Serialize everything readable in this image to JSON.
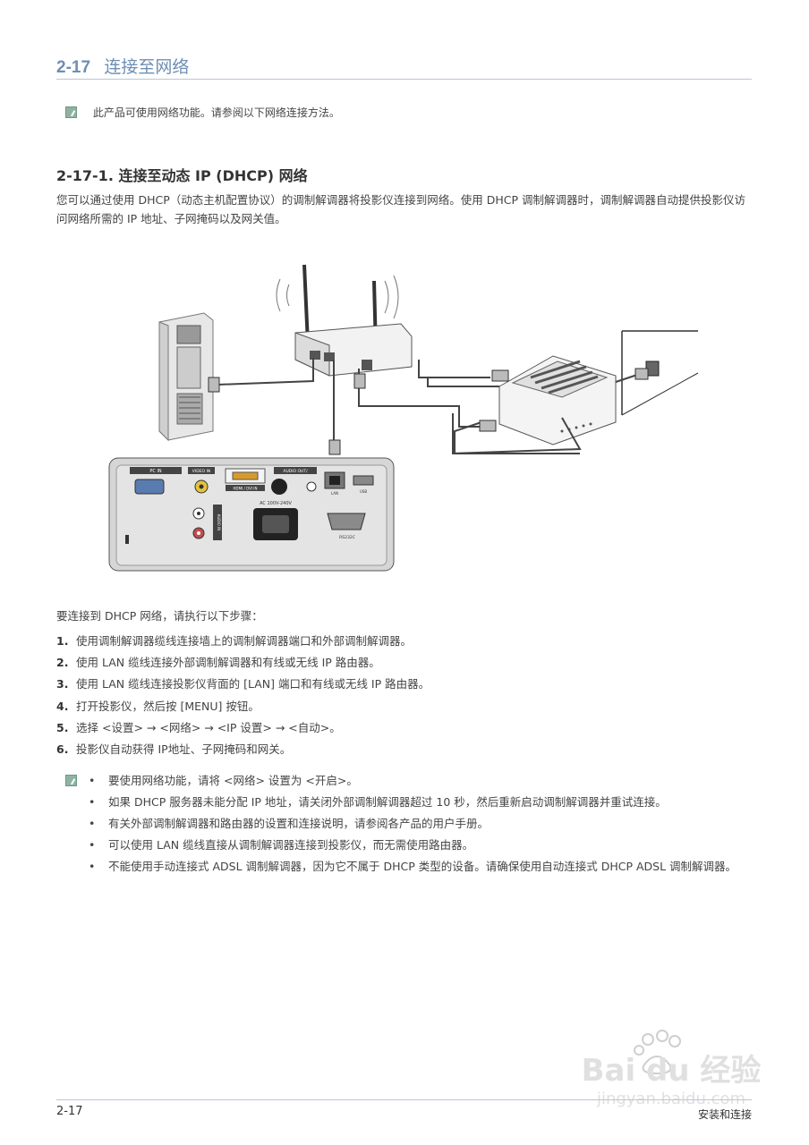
{
  "section": {
    "number": "2-17",
    "title": "连接至网络"
  },
  "intro_note": "此产品可使用网络功能。请参阅以下网络连接方法。",
  "subsection": {
    "title": "2-17-1. 连接至动态 IP (DHCP) 网络"
  },
  "description": "您可以通过使用 DHCP（动态主机配置协议）的调制解调器将投影仪连接到网络。使用 DHCP 调制解调器时，调制解调器自动提供投影仪访问网络所需的 IP 地址、子网掩码以及网关值。",
  "diagram": {
    "labels": {
      "pc_in": "PC IN",
      "video_in": "VIDEO IN",
      "hdmi": "HDMI / DVI IN",
      "audio_out": "AUDIO OUT/",
      "lan": "LAN",
      "usb": "USB",
      "ac": "AC 100V-240V",
      "rs232c": "RS232C",
      "audio_in": "AUDIO IN"
    }
  },
  "steps_intro": "要连接到 DHCP 网络，请执行以下步骤：",
  "steps": [
    {
      "n": "1.",
      "text": "使用调制解调器缆线连接墙上的调制解调器端口和外部调制解调器。"
    },
    {
      "n": "2.",
      "text": "使用 LAN 缆线连接外部调制解调器和有线或无线 IP 路由器。"
    },
    {
      "n": "3.",
      "text": "使用 LAN 缆线连接投影仪背面的 [LAN] 端口和有线或无线 IP 路由器。"
    },
    {
      "n": "4.",
      "text": "打开投影仪，然后按 [MENU] 按钮。"
    },
    {
      "n": "5.",
      "text": "选择 <设置> → <网络> → <IP 设置> → <自动>。"
    },
    {
      "n": "6.",
      "text": "投影仪自动获得  IP地址、子网掩码和网关。"
    }
  ],
  "notes": [
    "要使用网络功能，请将 <网络> 设置为 <开启>。",
    "如果 DHCP 服务器未能分配 IP 地址，请关闭外部调制解调器超过 10 秒，然后重新启动调制解调器并重试连接。",
    "有关外部调制解调器和路由器的设置和连接说明，请参阅各产品的用户手册。",
    "可以使用 LAN 缆线直接从调制解调器连接到投影仪，而无需使用路由器。",
    "不能使用手动连接式 ADSL 调制解调器，因为它不属于 DHCP 类型的设备。请确保使用自动连接式 DHCP ADSL 调制解调器。"
  ],
  "footer": {
    "page": "2-17",
    "chapter": "安装和连接"
  },
  "watermark": {
    "brand": "Baidu 经验",
    "url": "jingyan.baidu.com"
  }
}
